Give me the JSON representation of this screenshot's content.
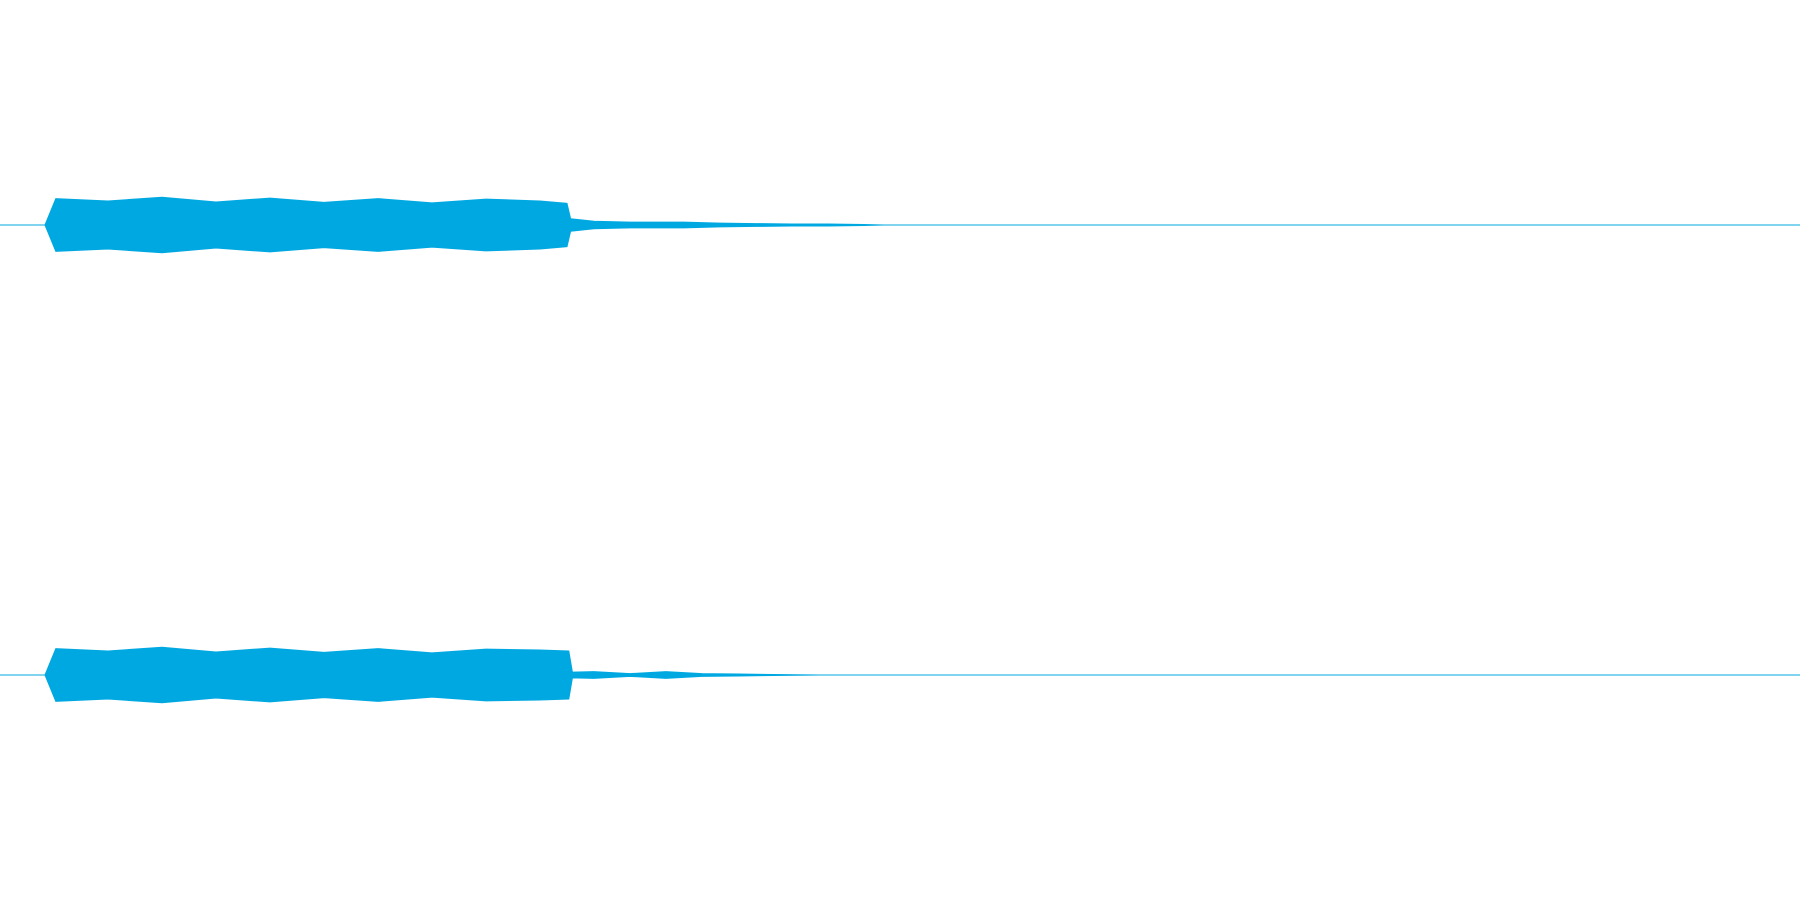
{
  "colors": {
    "background": "#ffffff",
    "waveform": "#00a8e2",
    "center_line": "#00a8e2"
  },
  "chart_data": {
    "type": "area",
    "title": "",
    "xlabel": "",
    "ylabel": "",
    "x_range": [
      0,
      1
    ],
    "y_range": [
      -1,
      1
    ],
    "grid": false,
    "legend": "none",
    "x_tick_labels": [],
    "y_tick_labels": [],
    "series": [
      {
        "channel": 1,
        "envelope": {
          "x": [
            0.0,
            0.025,
            0.031,
            0.06,
            0.09,
            0.12,
            0.15,
            0.18,
            0.21,
            0.24,
            0.27,
            0.3,
            0.315,
            0.317,
            0.33,
            0.35,
            0.38,
            0.4,
            0.42,
            0.44,
            0.46,
            0.48,
            0.491,
            1.0
          ],
          "amplitude": [
            0.0,
            0.0,
            0.55,
            0.5,
            0.58,
            0.48,
            0.56,
            0.47,
            0.55,
            0.46,
            0.54,
            0.5,
            0.45,
            0.13,
            0.08,
            0.06,
            0.06,
            0.04,
            0.03,
            0.02,
            0.02,
            0.01,
            0.0,
            0.0
          ]
        }
      },
      {
        "channel": 2,
        "envelope": {
          "x": [
            0.0,
            0.025,
            0.031,
            0.06,
            0.09,
            0.12,
            0.15,
            0.18,
            0.21,
            0.24,
            0.27,
            0.3,
            0.316,
            0.318,
            0.33,
            0.35,
            0.37,
            0.39,
            0.41,
            0.43,
            0.455,
            1.0
          ],
          "amplitude": [
            0.0,
            0.0,
            0.55,
            0.5,
            0.58,
            0.48,
            0.56,
            0.47,
            0.55,
            0.46,
            0.54,
            0.52,
            0.5,
            0.06,
            0.07,
            0.03,
            0.07,
            0.03,
            0.02,
            0.01,
            0.0,
            0.0
          ]
        }
      }
    ]
  }
}
